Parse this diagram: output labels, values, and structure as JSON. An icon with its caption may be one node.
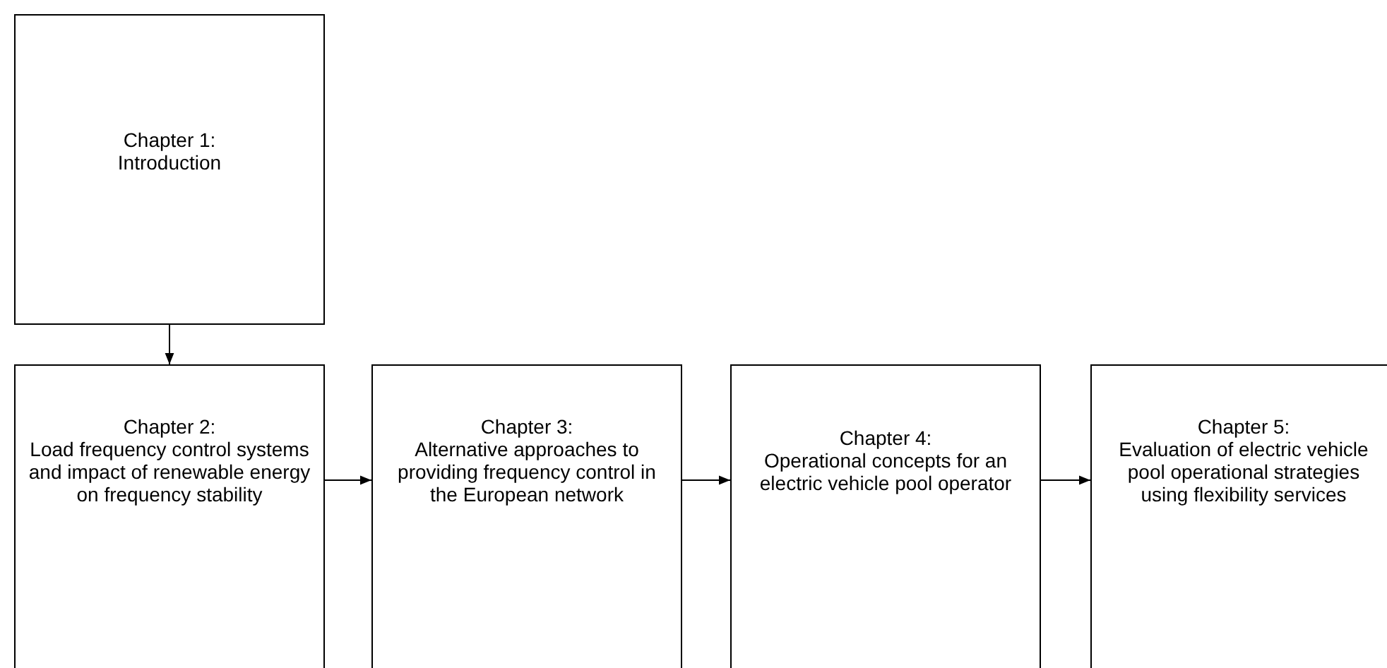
{
  "diagram": {
    "nodes": [
      {
        "text": [
          "Chapter 1:",
          "Introduction"
        ]
      },
      {
        "text": [
          "Chapter 2:",
          "Load frequency control systems and impact of renewable energy on frequency stability"
        ]
      },
      {
        "text": [
          "Chapter 3:",
          "Alternative approaches to providing frequency control in the European network"
        ]
      },
      {
        "text": [
          "Chapter 4:",
          "Operational concepts for an electric vehicle pool operator"
        ]
      },
      {
        "text": [
          "Chapter 5:",
          "Evaluation of electric vehicle pool operational strategies using flexibility services"
        ]
      }
    ],
    "edges": [
      {
        "from": 0,
        "to": 1,
        "arrow": "to"
      },
      {
        "from": 1,
        "to": 2,
        "arrow": "to"
      },
      {
        "from": 2,
        "to": 3,
        "arrow": "to"
      },
      {
        "from": 3,
        "to": 4,
        "arrow": "to"
      }
    ]
  }
}
